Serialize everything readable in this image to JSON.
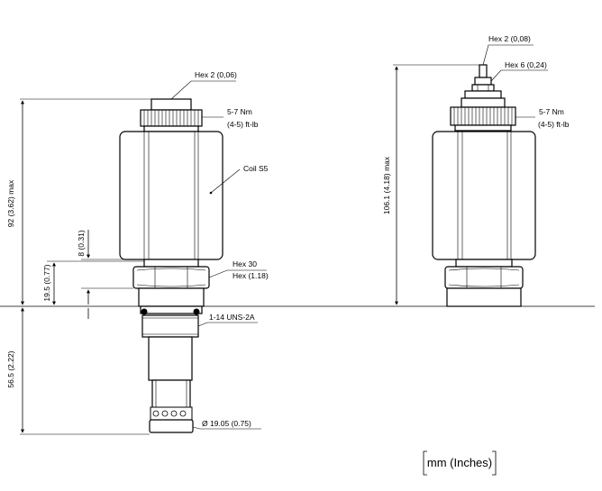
{
  "left_view": {
    "hex_top": "Hex 2 (0,06)",
    "torque_nm": "5-7 Nm",
    "torque_ftlb": "(4-5) ft-lb",
    "coil": "Coil S5",
    "hex_body_mm": "Hex 30",
    "hex_body_in": "Hex (1.18)",
    "thread": "1-14 UNS-2A",
    "diameter": "Ø 19.05 (0.75)",
    "dim_total": "92 (3.62) max",
    "dim_hex_gap": "8 (0.31)",
    "dim_hex_height": "19.5 (0.77)",
    "dim_cartridge": "56.5 (2.22)"
  },
  "right_view": {
    "hex_top": "Hex 2 (0,08)",
    "hex_6": "Hex 6 (0,24)",
    "torque_nm": "5-7 Nm",
    "torque_ftlb": "(4-5) ft-lb",
    "dim_total": "106.1 (4.18) max"
  },
  "units": "mm (Inches)"
}
